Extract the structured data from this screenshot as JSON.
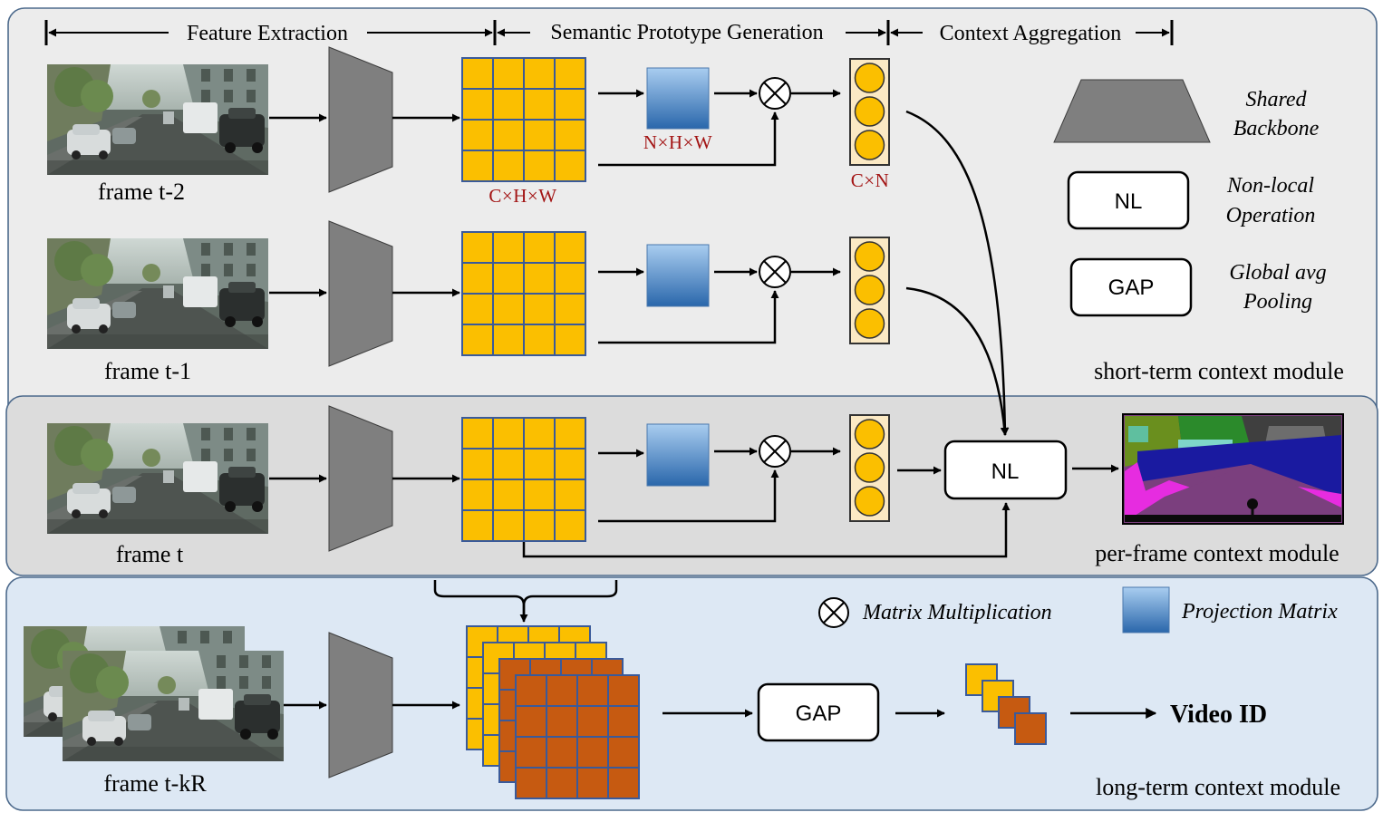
{
  "header": {
    "feature_extraction": "Feature Extraction",
    "semantic_prototype_generation": "Semantic Prototype Generation",
    "context_aggregation": "Context Aggregation"
  },
  "frames": {
    "t_minus_2": "frame t-2",
    "t_minus_1": "frame t-1",
    "t": "frame t",
    "t_minus_kR": "frame t-kR"
  },
  "dims": {
    "feature_map": "C×H×W",
    "projection": "N×H×W",
    "prototypes": "C×N"
  },
  "legend": {
    "shared_backbone": [
      "Shared",
      "Backbone"
    ],
    "non_local_box": "NL",
    "non_local_label": [
      "Non-local",
      "Operation"
    ],
    "gap_box": "GAP",
    "gap_label": [
      "Global avg",
      "Pooling"
    ],
    "matrix_multiplication": "Matrix Multiplication",
    "projection_matrix": "Projection Matrix"
  },
  "modules": {
    "short_term": "short-term context module",
    "per_frame": "per-frame context module",
    "long_term": "long-term context module"
  },
  "nodes": {
    "nl": "NL",
    "gap": "GAP",
    "video_id": "Video ID"
  },
  "colors": {
    "short_term_bg": "#ececec",
    "per_frame_bg": "#dcdcdc",
    "long_term_bg": "#dde8f4",
    "panel_border": "#4d6a8c",
    "feature_yellow": "#fbbf00",
    "feature_grid": "#3a5a9a",
    "feature_orange": "#c65a11",
    "backbone_gray": "#7f7f7f",
    "projection_top": "#9ec4ea",
    "projection_bottom": "#2e6db0",
    "dim_red": "#a31515"
  }
}
